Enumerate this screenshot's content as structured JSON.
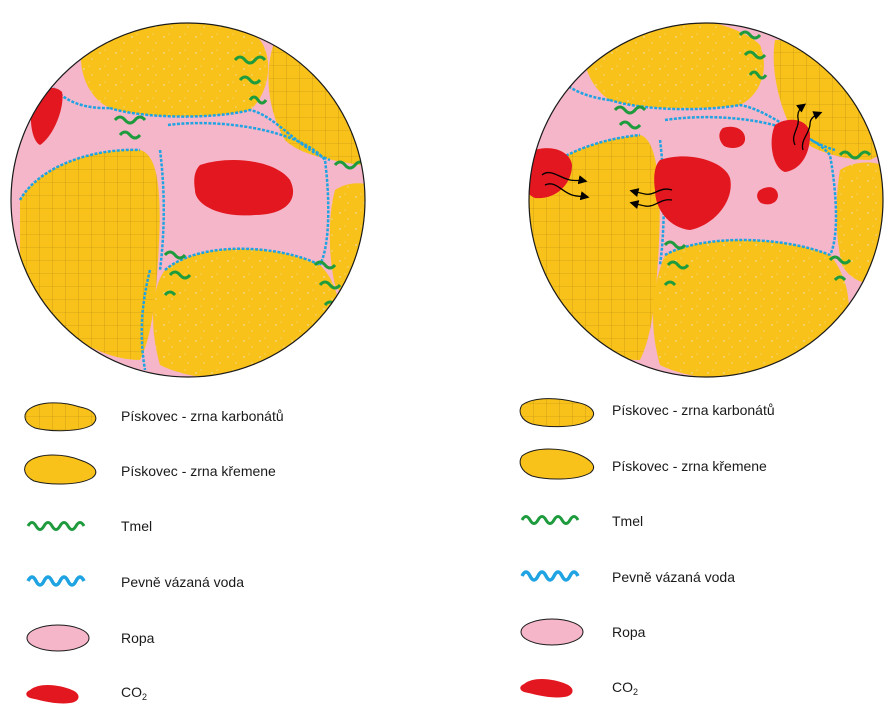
{
  "legend_left": {
    "items": [
      {
        "label": "Pískovec - zrna karbonátů",
        "icon": "carbonate-grain-icon"
      },
      {
        "label": "Pískovec - zrna křemene",
        "icon": "quartz-grain-icon"
      },
      {
        "label": "Tmel",
        "icon": "cement-icon"
      },
      {
        "label": "Pevně vázaná voda",
        "icon": "bound-water-icon"
      },
      {
        "label": "Ropa",
        "icon": "oil-icon"
      },
      {
        "label": "CO",
        "sub": "2",
        "icon": "co2-icon"
      }
    ]
  },
  "legend_right": {
    "items": [
      {
        "label": "Pískovec - zrna karbonátů",
        "icon": "carbonate-grain-icon"
      },
      {
        "label": "Pískovec - zrna křemene",
        "icon": "quartz-grain-icon"
      },
      {
        "label": "Tmel",
        "icon": "cement-icon"
      },
      {
        "label": "Pevně vázaná voda",
        "icon": "bound-water-icon"
      },
      {
        "label": "Ropa",
        "icon": "oil-icon"
      },
      {
        "label": "CO",
        "sub": "2",
        "icon": "co2-icon"
      }
    ]
  },
  "colors": {
    "grain_yellow": "#F9C21A",
    "oil_pink": "#F4B6C8",
    "co2_red": "#E3171F",
    "cement_green": "#1E9B3C",
    "water_blue": "#1FA3E2",
    "outline": "#1a1a1a"
  }
}
